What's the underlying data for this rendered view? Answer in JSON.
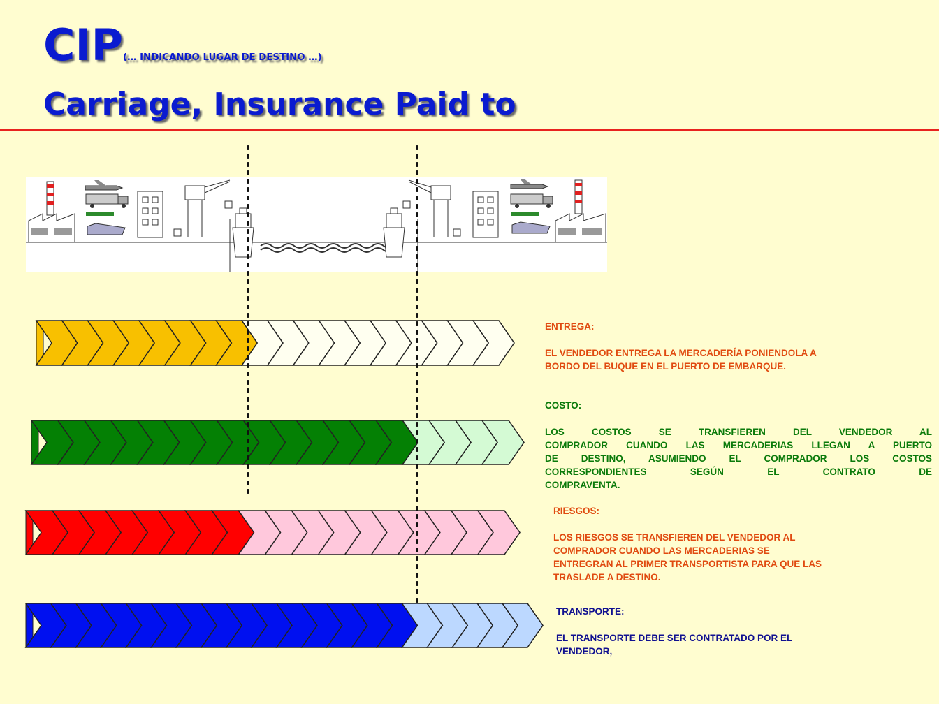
{
  "header": {
    "code": "CIP",
    "subtitle": "(… INDICANDO LUGAR DE DESTINO …)",
    "name": "Carriage, Insurance Paid to"
  },
  "sections": {
    "entrega": {
      "heading": "ENTREGA:",
      "body": [
        "EL VENDEDOR ENTREGA LA MERCADERÍA PONIENDOLA A",
        "BORDO DEL BUQUE EN EL PUERTO DE EMBARQUE."
      ],
      "color": "#E04A10"
    },
    "costo": {
      "heading": "COSTO:",
      "body": [
        "LOS COSTOS SE TRANSFIEREN DEL VENDEDOR AL",
        "COMPRADOR CUANDO LAS MERCADERIAS LLEGAN A PUERTO",
        "DE DESTINO, ASUMIENDO EL COMPRADOR LOS COSTOS",
        "CORRESPONDIENTES SEGÚN EL CONTRATO DE",
        "COMPRAVENTA."
      ],
      "color": "#0A7A0A"
    },
    "riesgos": {
      "heading": "RIESGOS:",
      "body": [
        "LOS RIESGOS SE TRANSFIEREN DEL VENDEDOR AL",
        "COMPRADOR CUANDO LAS MERCADERIAS SE",
        "ENTREGRAN AL PRIMER TRANSPORTISTA PARA QUE LAS",
        "TRASLADE A DESTINO."
      ],
      "color": "#E04A10"
    },
    "transporte": {
      "heading": "TRANSPORTE:",
      "body": [
        "EL TRANSPORTE DEBE SER CONTRATADO POR EL",
        "VENDEDOR,"
      ],
      "color": "#101090"
    }
  },
  "bars": {
    "entrega": {
      "total": 18,
      "seller": 8,
      "seller_color": "#F8C000",
      "buyer_color": "#FFFFF0"
    },
    "costo": {
      "total": 18,
      "seller": 14,
      "seller_color": "#048004",
      "buyer_color": "#D4FAD4"
    },
    "riesgos": {
      "total": 18,
      "seller": 8,
      "seller_color": "#FF0000",
      "buyer_color": "#FFC8DC"
    },
    "transporte": {
      "total": 20,
      "seller": 15,
      "seller_color": "#0010F0",
      "buyer_color": "#BCD8FF"
    }
  },
  "icons": [
    "factory-icon",
    "airplane-icon",
    "truck-icon",
    "train-icon",
    "building-icon",
    "crane-icon",
    "ship-icon",
    "sea-waves-icon"
  ]
}
